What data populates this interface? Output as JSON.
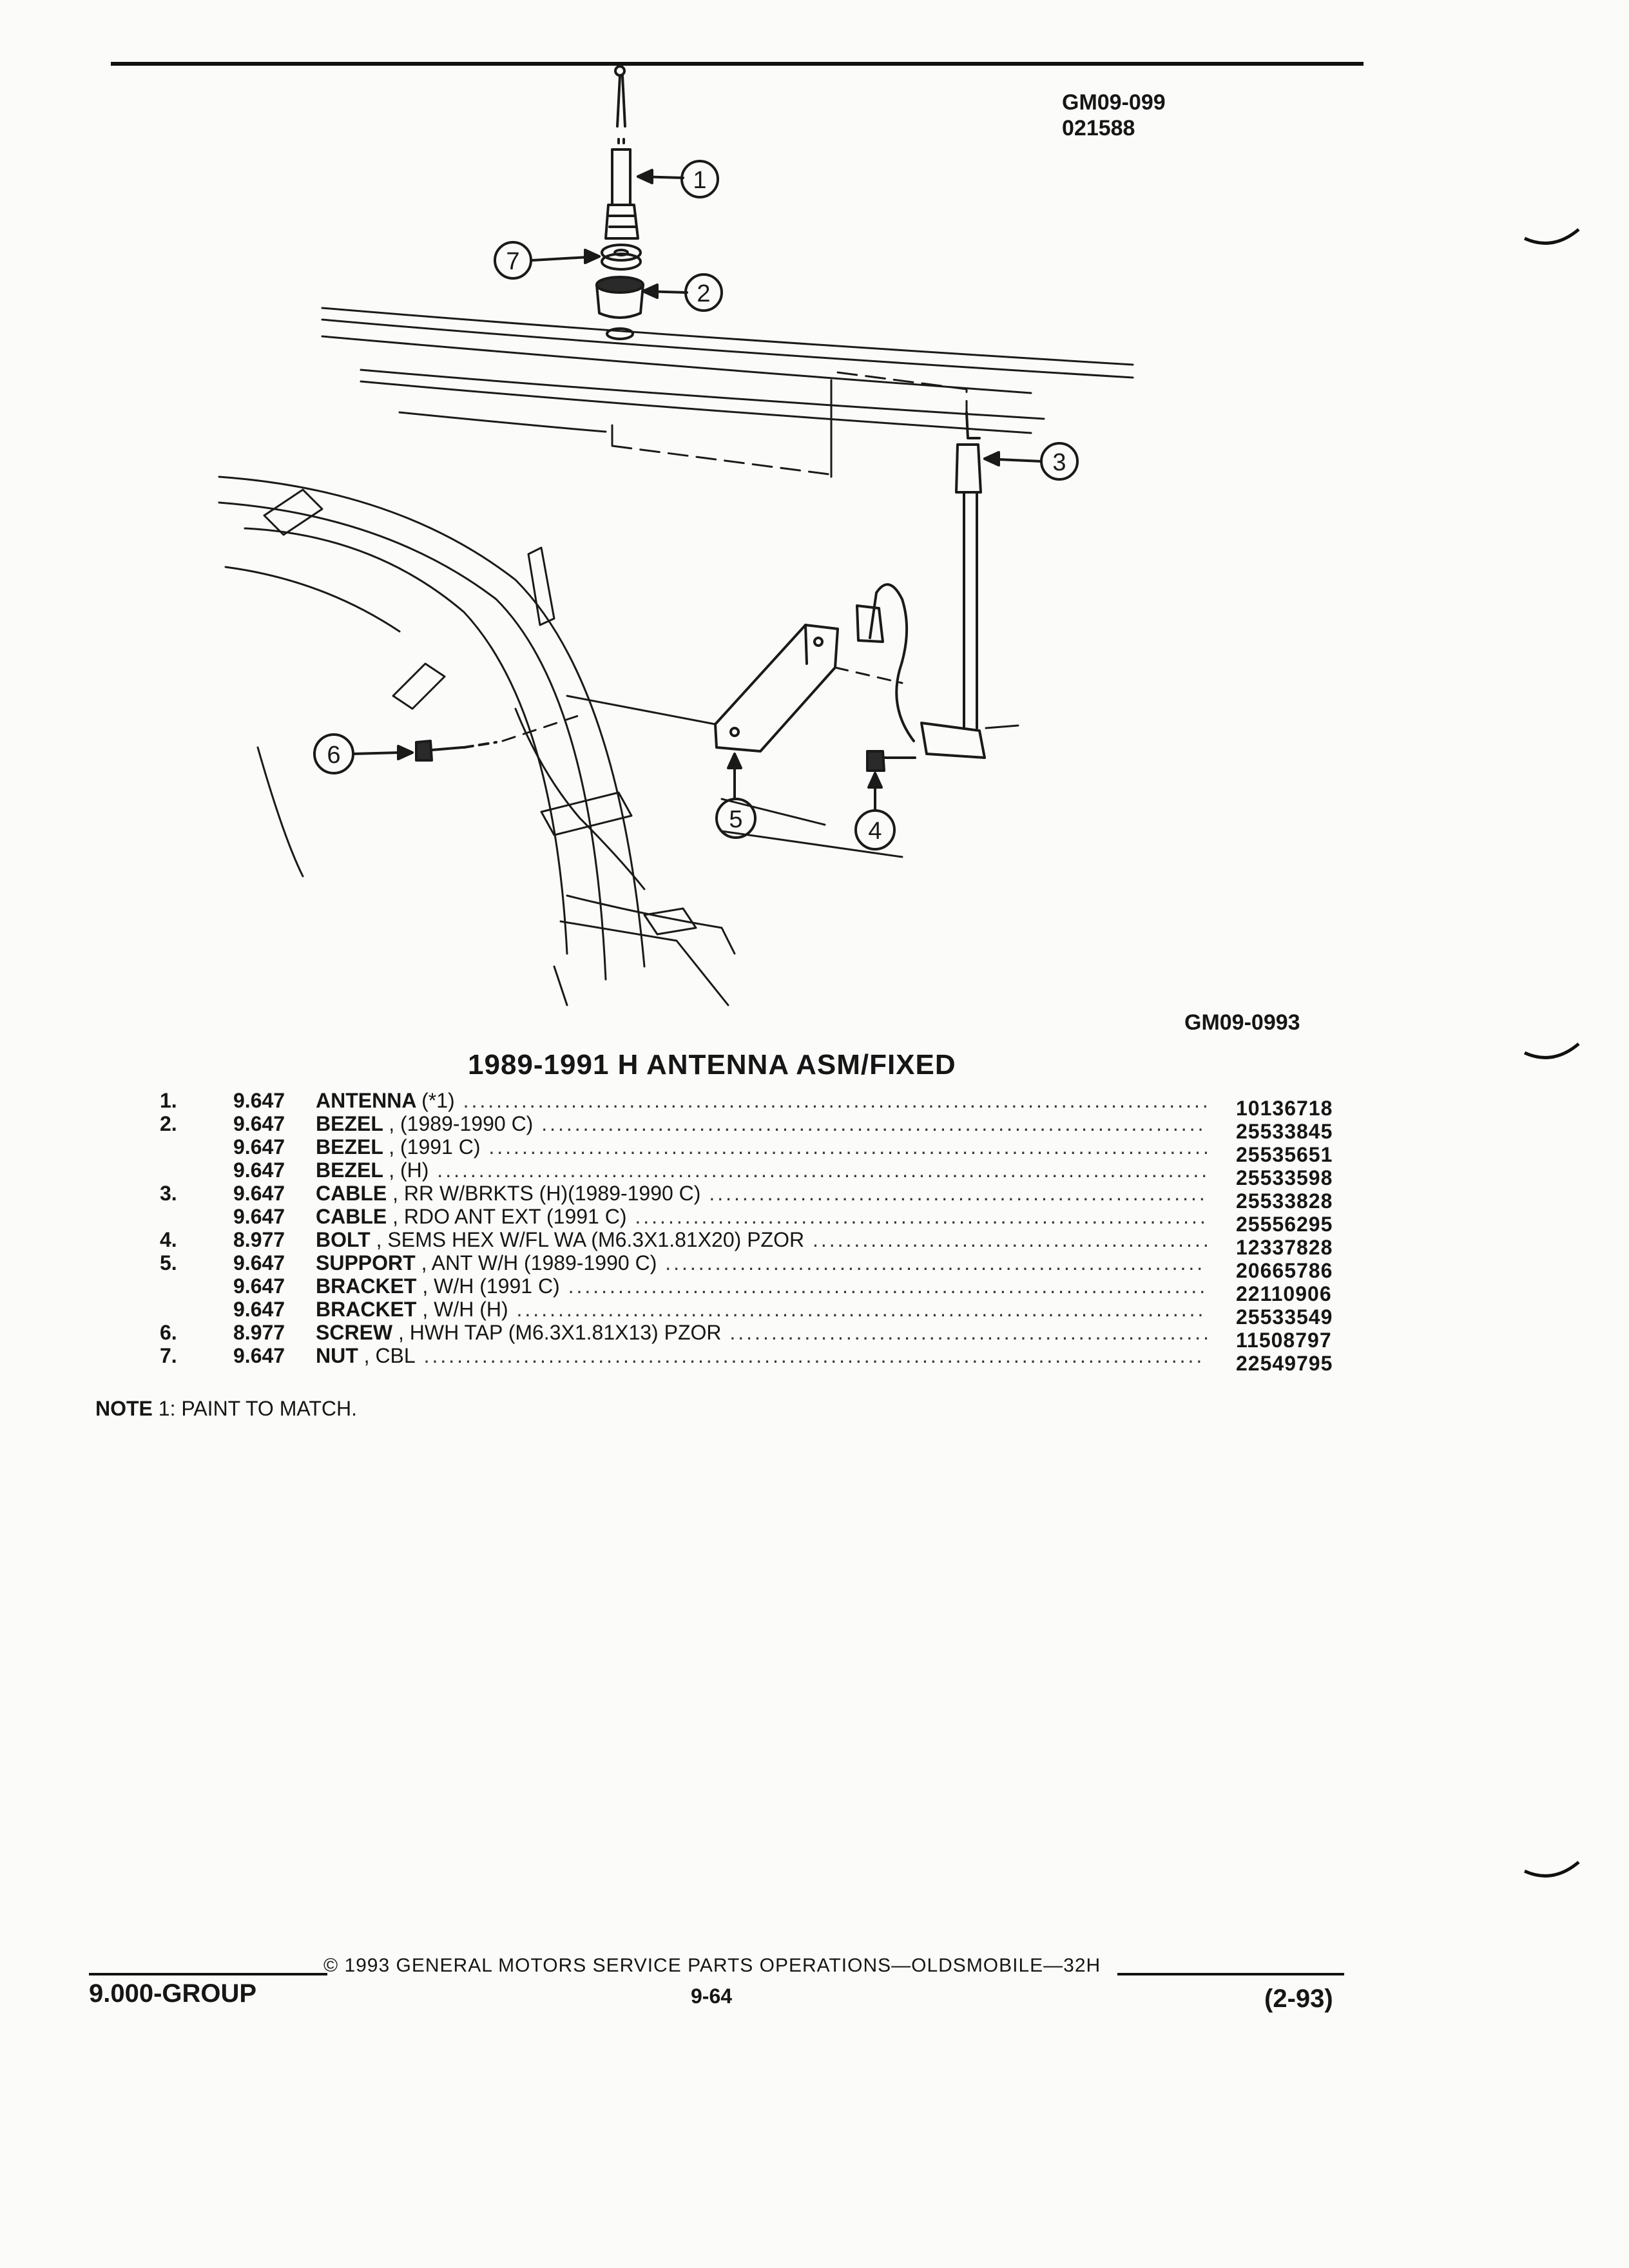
{
  "figure": {
    "code_top": "GM09-099",
    "code_top_date": "021588",
    "code_bottom": "GM09-0993",
    "callouts": [
      "1",
      "2",
      "3",
      "4",
      "5",
      "6",
      "7"
    ]
  },
  "section": {
    "title": "1989-1991 H ANTENNA ASM/FIXED"
  },
  "parts": [
    {
      "ref": "1.",
      "group": "9.647",
      "name": "ANTENNA",
      "spec": "(*1)",
      "part_no": "10136718"
    },
    {
      "ref": "2.",
      "group": "9.647",
      "name": "BEZEL",
      "spec": ", (1989-1990 C)",
      "part_no": "25533845"
    },
    {
      "ref": "",
      "group": "9.647",
      "name": "BEZEL",
      "spec": ", (1991 C)",
      "part_no": "25535651"
    },
    {
      "ref": "",
      "group": "9.647",
      "name": "BEZEL",
      "spec": ", (H)",
      "part_no": "25533598"
    },
    {
      "ref": "3.",
      "group": "9.647",
      "name": "CABLE",
      "spec": ", RR W/BRKTS (H)(1989-1990 C)",
      "part_no": "25533828"
    },
    {
      "ref": "",
      "group": "9.647",
      "name": "CABLE",
      "spec": ", RDO ANT EXT (1991 C)",
      "part_no": "25556295"
    },
    {
      "ref": "4.",
      "group": "8.977",
      "name": "BOLT",
      "spec": ", SEMS HEX W/FL WA (M6.3X1.81X20) PZOR",
      "part_no": "12337828"
    },
    {
      "ref": "5.",
      "group": "9.647",
      "name": "SUPPORT",
      "spec": ", ANT W/H (1989-1990 C)",
      "part_no": "20665786"
    },
    {
      "ref": "",
      "group": "9.647",
      "name": "BRACKET",
      "spec": ", W/H (1991 C)",
      "part_no": "22110906"
    },
    {
      "ref": "",
      "group": "9.647",
      "name": "BRACKET",
      "spec": ", W/H (H)",
      "part_no": "25533549"
    },
    {
      "ref": "6.",
      "group": "8.977",
      "name": "SCREW",
      "spec": ", HWH TAP (M6.3X1.81X13) PZOR",
      "part_no": "11508797"
    },
    {
      "ref": "7.",
      "group": "9.647",
      "name": "NUT",
      "spec": ", CBL",
      "part_no": "22549795"
    }
  ],
  "note": {
    "label": "NOTE",
    "text": "1: PAINT TO MATCH."
  },
  "footer": {
    "group": "9.000-GROUP",
    "copyright": "© 1993 GENERAL MOTORS SERVICE PARTS OPERATIONS—OLDSMOBILE—32H",
    "page": "9-64",
    "date": "(2-93)"
  }
}
